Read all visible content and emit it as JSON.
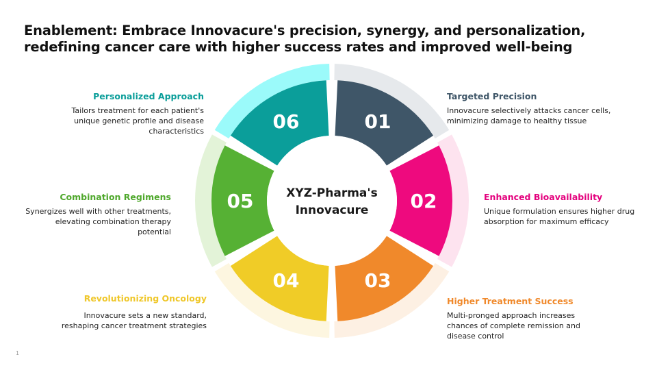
{
  "title": {
    "line1": "Enablement: Embrace Innovacure's precision, synergy, and personalization,",
    "line2": "redefining cancer care with higher success rates and improved well-being"
  },
  "center": {
    "line1": "XYZ-Pharma's",
    "line2": "Innovacure"
  },
  "segments": [
    {
      "num": "01",
      "heading": "Targeted Precision",
      "text": "Innovacure selectively attacks cancer cells, minimizing damage to healthy tissue",
      "color": "#3f5668",
      "light": "#e6e9ec",
      "head_color": "#3f5668"
    },
    {
      "num": "02",
      "heading": "Enhanced Bioavailability",
      "text": "Unique formulation ensures higher drug absorption for maximum efficacy",
      "color": "#ee0a7e",
      "light": "#fde3ef",
      "head_color": "#e4007d"
    },
    {
      "num": "03",
      "heading": "Higher Treatment Success",
      "text": "Multi-pronged approach increases chances of complete remission and disease control",
      "color": "#f0892b",
      "light": "#fdf0e3",
      "head_color": "#f0892b"
    },
    {
      "num": "04",
      "heading": "Revolutionizing Oncology",
      "text": "Innovacure sets a new standard, reshaping cancer treatment strategies",
      "color": "#f0cc27",
      "light": "#fdf6e0",
      "head_color": "#efc72a"
    },
    {
      "num": "05",
      "heading": "Combination Regimens",
      "text": "Synergizes well with other treatments, elevating combination therapy potential",
      "color": "#56b134",
      "light": "#e3f3d8",
      "head_color": "#4fa82c"
    },
    {
      "num": "06",
      "heading": "Personalized Approach",
      "text": "Tailors treatment for each patient's unique genetic profile and disease characteristics",
      "color": "#0b9e9a",
      "light": "#9bfafa",
      "head_color": "#0b9e9a"
    }
  ],
  "page_number": "1"
}
